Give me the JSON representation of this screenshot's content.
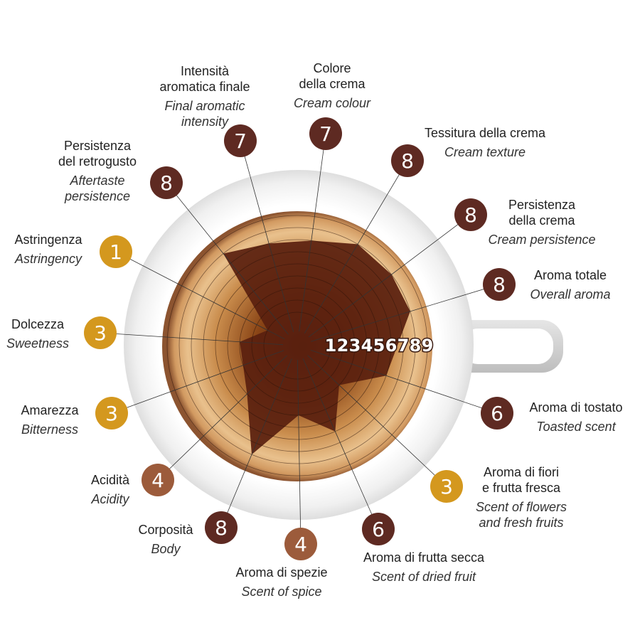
{
  "chart_data": {
    "type": "radar",
    "title": "",
    "range": [
      1,
      9
    ],
    "scale_labels": [
      "1",
      "2",
      "3",
      "4",
      "5",
      "6",
      "7",
      "8",
      "9"
    ],
    "colors": {
      "high": "#5e2a22",
      "low": "#d4981e",
      "mid": "#9c5b3b",
      "polygon": "#5a200f"
    },
    "axes": [
      {
        "it": [
          "Colore",
          "della crema"
        ],
        "en": [
          "Cream colour"
        ],
        "value": 7,
        "tier": "high"
      },
      {
        "it": [
          "Tessitura della crema"
        ],
        "en": [
          "Cream texture"
        ],
        "value": 8,
        "tier": "high"
      },
      {
        "it": [
          "Persistenza",
          "della crema"
        ],
        "en": [
          "Cream persistence"
        ],
        "value": 8,
        "tier": "high"
      },
      {
        "it": [
          "Aroma totale"
        ],
        "en": [
          "Overall aroma"
        ],
        "value": 8,
        "tier": "high"
      },
      {
        "it": [
          "Aroma di tostato"
        ],
        "en": [
          "Toasted scent"
        ],
        "value": 6,
        "tier": "high"
      },
      {
        "it": [
          "Aroma di fiori",
          "e frutta fresca"
        ],
        "en": [
          "Scent of flowers",
          "and fresh fruits"
        ],
        "value": 3,
        "tier": "low"
      },
      {
        "it": [
          "Aroma di frutta secca"
        ],
        "en": [
          "Scent of dried fruit"
        ],
        "value": 6,
        "tier": "high"
      },
      {
        "it": [
          "Aroma di spezie"
        ],
        "en": [
          "Scent of spice"
        ],
        "value": 4,
        "tier": "mid"
      },
      {
        "it": [
          "Corposità"
        ],
        "en": [
          "Body"
        ],
        "value": 8,
        "tier": "high"
      },
      {
        "it": [
          "Acidità"
        ],
        "en": [
          "Acidity"
        ],
        "value": 4,
        "tier": "mid"
      },
      {
        "it": [
          "Amarezza"
        ],
        "en": [
          "Bitterness"
        ],
        "value": 3,
        "tier": "low"
      },
      {
        "it": [
          "Dolcezza"
        ],
        "en": [
          "Sweetness"
        ],
        "value": 3,
        "tier": "low"
      },
      {
        "it": [
          "Astringenza"
        ],
        "en": [
          "Astringency"
        ],
        "value": 1,
        "tier": "low"
      },
      {
        "it": [
          "Persistenza",
          "del retrogusto"
        ],
        "en": [
          "Aftertaste",
          "persistence"
        ],
        "value": 8,
        "tier": "high"
      },
      {
        "it": [
          "Intensità",
          "aromatica finale"
        ],
        "en": [
          "Final aromatic",
          "intensity"
        ],
        "value": 7,
        "tier": "high"
      }
    ]
  }
}
